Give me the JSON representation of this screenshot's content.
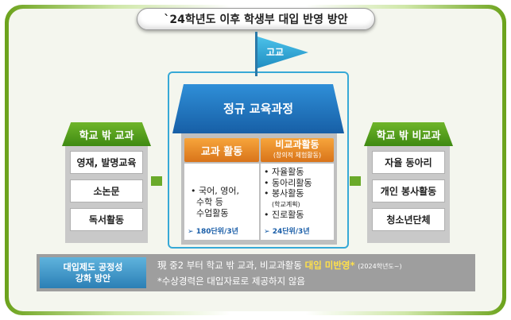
{
  "title": "`24학년도 이후 학생부 대입 반영 방안",
  "flag": {
    "label": "고교"
  },
  "roof": {
    "label": "정규 교육과정"
  },
  "center": {
    "left": {
      "header": "교과 활동",
      "items": [
        "국어, 영어,",
        "수학 등",
        "수업활동"
      ],
      "unit": "180단위/3년"
    },
    "right": {
      "header": "비교과활동",
      "subheader": "(창의적 체험활동)",
      "items": [
        "자율활동",
        "동아리활동",
        "봉사활동"
      ],
      "note": "(학교계획)",
      "last_item": "진로활동",
      "unit": "24단위/3년"
    }
  },
  "left_panel": {
    "header": "학교 밖 교과",
    "items": [
      "영재, 발명교육",
      "소논문",
      "독서활동"
    ]
  },
  "right_panel": {
    "header": "학교 밖 비교과",
    "items": [
      "자율 동아리",
      "개인 봉사활동",
      "청소년단체"
    ]
  },
  "bottom": {
    "label_line1": "대입제도 공정성",
    "label_line2": "강화 방안",
    "line1_prefix": "現 중2 부터 학교 밖 교과, 비교과활동 ",
    "line1_highlight": "대입 미반영*",
    "line1_suffix": "(2024학년도~)",
    "line2": "*수상경력은 대입자료로 제공하지 않음"
  },
  "colors": {
    "green": "#4f9a1a",
    "blue": "#2a86c8",
    "orange": "#e88a26",
    "highlight": "#ffe14a"
  }
}
